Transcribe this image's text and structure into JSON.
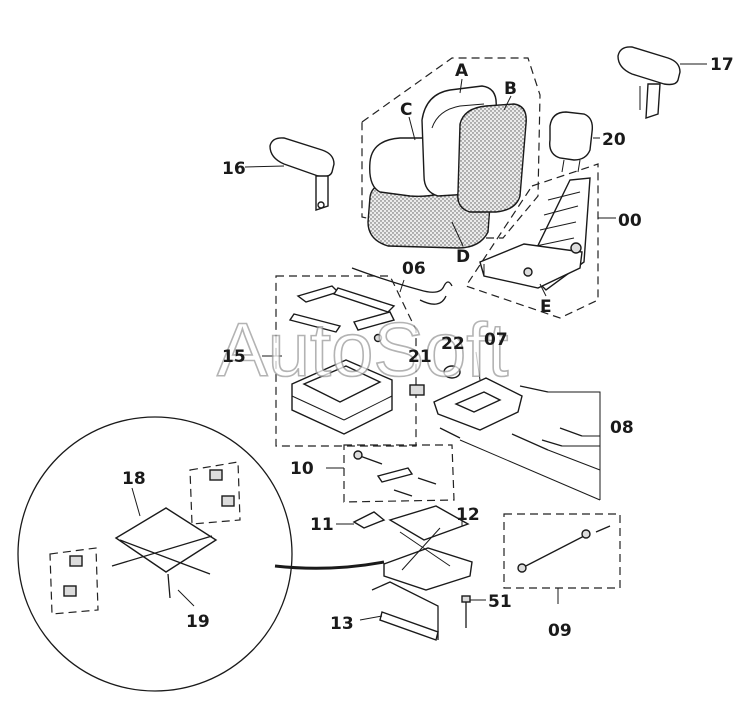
{
  "watermark": "AutoSoft",
  "callouts": {
    "c00": "00",
    "c06": "06",
    "c07": "07",
    "c08": "08",
    "c09": "09",
    "c10": "10",
    "c11": "11",
    "c12": "12",
    "c13": "13",
    "c15": "15",
    "c16": "16",
    "c17": "17",
    "c18": "18",
    "c19": "19",
    "c20": "20",
    "c21": "21",
    "c22": "22",
    "c51": "51",
    "A": "A",
    "B": "B",
    "C": "C",
    "D": "D",
    "E": "E"
  },
  "colors": {
    "ink": "#1a1a1a",
    "shading": "#cfcfcf",
    "watermark_stroke": "#9a9a9a",
    "background": "#ffffff"
  }
}
